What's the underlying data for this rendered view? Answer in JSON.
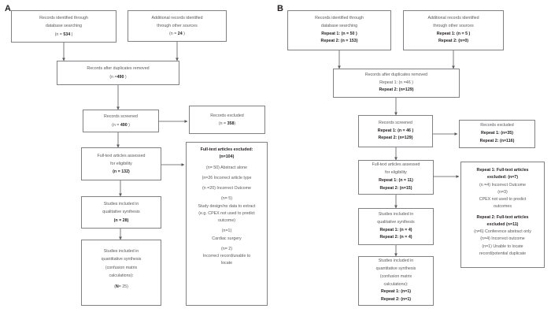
{
  "figure": {
    "type": "prisma-flow-diagram",
    "panels": [
      {
        "label": "A",
        "boxes": [
          {
            "id": "a-identified-database",
            "name": "records-identified-database-box",
            "lines": [
              {
                "text": "Records identified through",
                "bold": false
              },
              {
                "text": "database searching",
                "bold": false
              },
              {
                "text": "(n = 534  )",
                "bold": false,
                "bold_number": "534"
              }
            ]
          },
          {
            "id": "a-identified-other",
            "name": "additional-records-other-sources-box",
            "lines": [
              {
                "text": "Additional records identified",
                "bold": false
              },
              {
                "text": "through other sources",
                "bold": false
              },
              {
                "text": "(n = 24   )",
                "bold": false,
                "bold_number": "24"
              }
            ]
          },
          {
            "id": "a-duplicates",
            "name": "records-after-duplicates-removed-box",
            "lines": [
              {
                "text": "Records after duplicates removed",
                "bold": false
              },
              {
                "text": "(n =490   )",
                "bold": false,
                "bold_number": "490"
              }
            ]
          },
          {
            "id": "a-screened",
            "name": "records-screened-box",
            "lines": [
              {
                "text": "Records screened",
                "bold": false
              },
              {
                "text": "(n = 490   )",
                "bold": false,
                "bold_number": "490"
              }
            ]
          },
          {
            "id": "a-excluded",
            "name": "records-excluded-box",
            "lines": [
              {
                "text": "Records excluded",
                "bold": false
              },
              {
                "text": "(n =  358)",
                "bold": false,
                "bold_number": "358"
              }
            ]
          },
          {
            "id": "a-fulltext-assessed",
            "name": "full-text-articles-assessed-box",
            "lines": [
              {
                "text": "Full-text articles assessed",
                "bold": false
              },
              {
                "text": "for eligibility",
                "bold": false
              },
              {
                "text": "(n = 132)",
                "bold": true
              }
            ]
          },
          {
            "id": "a-fulltext-excluded",
            "name": "full-text-articles-excluded-box",
            "lines": [
              {
                "text": "Full-text articles excluded:",
                "bold": true
              },
              {
                "text": "(n=104)",
                "bold": true
              },
              {
                "text": "",
                "bold": false
              },
              {
                "text": "(n= 50)  Abstract alone",
                "bold": false
              },
              {
                "text": "",
                "bold": false
              },
              {
                "text": "(n=26 Incorrect article type",
                "bold": false
              },
              {
                "text": "",
                "bold": false
              },
              {
                "text": "(n =20) Incorrect  Outcome",
                "bold": false
              },
              {
                "text": "",
                "bold": false
              },
              {
                "text": "(n= 5)",
                "bold": false
              },
              {
                "text": "Study design/no data to extract",
                "bold": false
              },
              {
                "text": "(e.g. CPEX not used to predict",
                "bold": false
              },
              {
                "text": "outcome)",
                "bold": false
              },
              {
                "text": "",
                "bold": false
              },
              {
                "text": "(n=1)",
                "bold": false
              },
              {
                "text": "Cardiac surgery",
                "bold": false
              },
              {
                "text": "",
                "bold": false
              },
              {
                "text": "(n= 2)",
                "bold": false
              },
              {
                "text": "Incorrect record/unable to",
                "bold": false
              },
              {
                "text": "locate",
                "bold": false
              }
            ]
          },
          {
            "id": "a-qualitative",
            "name": "studies-qualitative-synthesis-box",
            "lines": [
              {
                "text": "Studies included in",
                "bold": false
              },
              {
                "text": "qualitative synthesis",
                "bold": false
              },
              {
                "text": "(n = 28)",
                "bold": true
              }
            ]
          },
          {
            "id": "a-quantitative",
            "name": "studies-quantitative-synthesis-box",
            "lines": [
              {
                "text": "Studies included in",
                "bold": false
              },
              {
                "text": "quantitative synthesis",
                "bold": false
              },
              {
                "text": "(confusion matrix",
                "bold": false
              },
              {
                "text": "calculations):",
                "bold": false
              },
              {
                "text": "",
                "bold": false
              },
              {
                "text": "(N= 25)",
                "bold": false,
                "bold_number": "N"
              }
            ]
          }
        ]
      },
      {
        "label": "B",
        "boxes": [
          {
            "id": "b-identified-database",
            "name": "records-identified-database-box",
            "lines": [
              {
                "text": "Records identified through",
                "bold": false
              },
              {
                "text": "database searching",
                "bold": false
              },
              {
                "text": "Repeat 1: (n = 50 )",
                "bold": true
              },
              {
                "text": "Repeat 2: (n = 153)",
                "bold": true
              }
            ]
          },
          {
            "id": "b-identified-other",
            "name": "additional-records-other-sources-box",
            "lines": [
              {
                "text": "Additional records identified",
                "bold": false
              },
              {
                "text": "through other sources",
                "bold": false
              },
              {
                "text": "Repeat 1: (n = 5 )",
                "bold": true
              },
              {
                "text": "Repeat 2: (n=0)",
                "bold": true
              }
            ]
          },
          {
            "id": "b-duplicates",
            "name": "records-after-duplicates-removed-box",
            "lines": [
              {
                "text": "Records after duplicates removed",
                "bold": false
              },
              {
                "text": "Repeat 1: (n =46 )",
                "bold": false
              },
              {
                "text": "Repeat 2: (n=129)",
                "bold": true
              }
            ]
          },
          {
            "id": "b-screened",
            "name": "records-screened-box",
            "lines": [
              {
                "text": "Records screened",
                "bold": false
              },
              {
                "text": "Repeat 1: (n = 46 )",
                "bold": true
              },
              {
                "text": "Repeat 2: (n=129)",
                "bold": true
              }
            ]
          },
          {
            "id": "b-excluded",
            "name": "records-excluded-box",
            "lines": [
              {
                "text": "Records excluded",
                "bold": false
              },
              {
                "text": "Repeat 1: (n=35)",
                "bold": true
              },
              {
                "text": "Repeat 2: (n=116)",
                "bold": true
              }
            ]
          },
          {
            "id": "b-fulltext-assessed",
            "name": "full-text-articles-assessed-box",
            "lines": [
              {
                "text": "Full-text articles assessed",
                "bold": false
              },
              {
                "text": "for eligibility",
                "bold": false
              },
              {
                "text": "Repeat 1: (n = 11)",
                "bold": true
              },
              {
                "text": "Repeat 2: (n=15)",
                "bold": true
              }
            ]
          },
          {
            "id": "b-fulltext-excluded",
            "name": "full-text-articles-excluded-box",
            "lines": [
              {
                "text": "Repeat 1: Full-text articles",
                "bold": true
              },
              {
                "text": "excluded: (n=7)",
                "bold": true
              },
              {
                "text": "(n =4) Incorrect  Outcome",
                "bold": false
              },
              {
                "text": "(n=3)",
                "bold": false
              },
              {
                "text": "CPEX not used to predict",
                "bold": false
              },
              {
                "text": "outcomes",
                "bold": false
              },
              {
                "text": "",
                "bold": false
              },
              {
                "text": "Repeat 2: Full-text articles",
                "bold": true
              },
              {
                "text": "excluded (n=11)",
                "bold": true
              },
              {
                "text": "(n=6) Conference abstract only",
                "bold": false
              },
              {
                "text": "(n=4) Incorrect outcome",
                "bold": false
              },
              {
                "text": "(n=1) Unable to locate",
                "bold": false
              },
              {
                "text": "record/potential duplicate",
                "bold": false
              }
            ]
          },
          {
            "id": "b-qualitative",
            "name": "studies-qualitative-synthesis-box",
            "lines": [
              {
                "text": "Studies included in",
                "bold": false
              },
              {
                "text": "qualitative synthesis",
                "bold": false
              },
              {
                "text": "Repeat 1: (n = 4)",
                "bold": true
              },
              {
                "text": "Repeat 2: (n = 4)",
                "bold": true
              }
            ]
          },
          {
            "id": "b-quantitative",
            "name": "studies-quantitative-synthesis-box",
            "lines": [
              {
                "text": "Studies included in",
                "bold": false
              },
              {
                "text": "quantitative synthesis",
                "bold": false
              },
              {
                "text": "(confusion matrix",
                "bold": false
              },
              {
                "text": "calculations):",
                "bold": false
              },
              {
                "text": "Repeat 1: (n=1)",
                "bold": true
              },
              {
                "text": "Repeat 2: (n=1)",
                "bold": true
              }
            ]
          }
        ]
      }
    ]
  },
  "colors": {
    "box_border": "#808184",
    "text": "#59595b",
    "bold_text": "#231f20",
    "background": "#ffffff",
    "arrow": "#58595b"
  }
}
